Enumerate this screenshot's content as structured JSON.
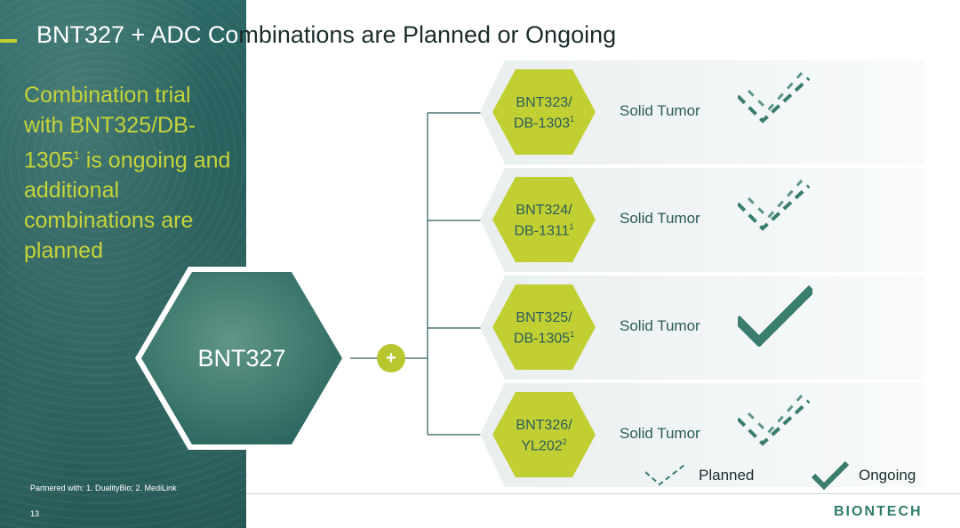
{
  "title": {
    "part1": "BNT327 + ADC Co",
    "part2": "mbinations are Planned or Ongoing"
  },
  "left": {
    "heading_line1": "Combination trial",
    "heading_line2": "with BNT325/DB-",
    "heading_num": "1305",
    "heading_sup": "1",
    "heading_rest": " is ongoing and additional combinations are planned",
    "footnote": "Partnered with: 1. DualityBio; 2. MediLink",
    "page_number": "13"
  },
  "center": {
    "label": "BNT327",
    "plus": "+"
  },
  "rows": [
    {
      "line1": "BNT323/",
      "line2": "DB-1303",
      "sup": "1",
      "indication": "Solid Tumor",
      "status": "planned"
    },
    {
      "line1": "BNT324/",
      "line2": "DB-1311",
      "sup": "1",
      "indication": "Solid Tumor",
      "status": "planned"
    },
    {
      "line1": "BNT325/",
      "line2": "DB-1305",
      "sup": "1",
      "indication": "Solid Tumor",
      "status": "ongoing"
    },
    {
      "line1": "BNT326/",
      "line2": "YL202",
      "sup": "2",
      "indication": "Solid Tumor",
      "status": "planned"
    }
  ],
  "legend": {
    "planned": "Planned",
    "ongoing": "Ongoing"
  },
  "brand": {
    "logo": "BIONTECH"
  },
  "colors": {
    "teal": "#2a5c5a",
    "lime": "#c2cf33",
    "check": "#3a7d6e"
  }
}
